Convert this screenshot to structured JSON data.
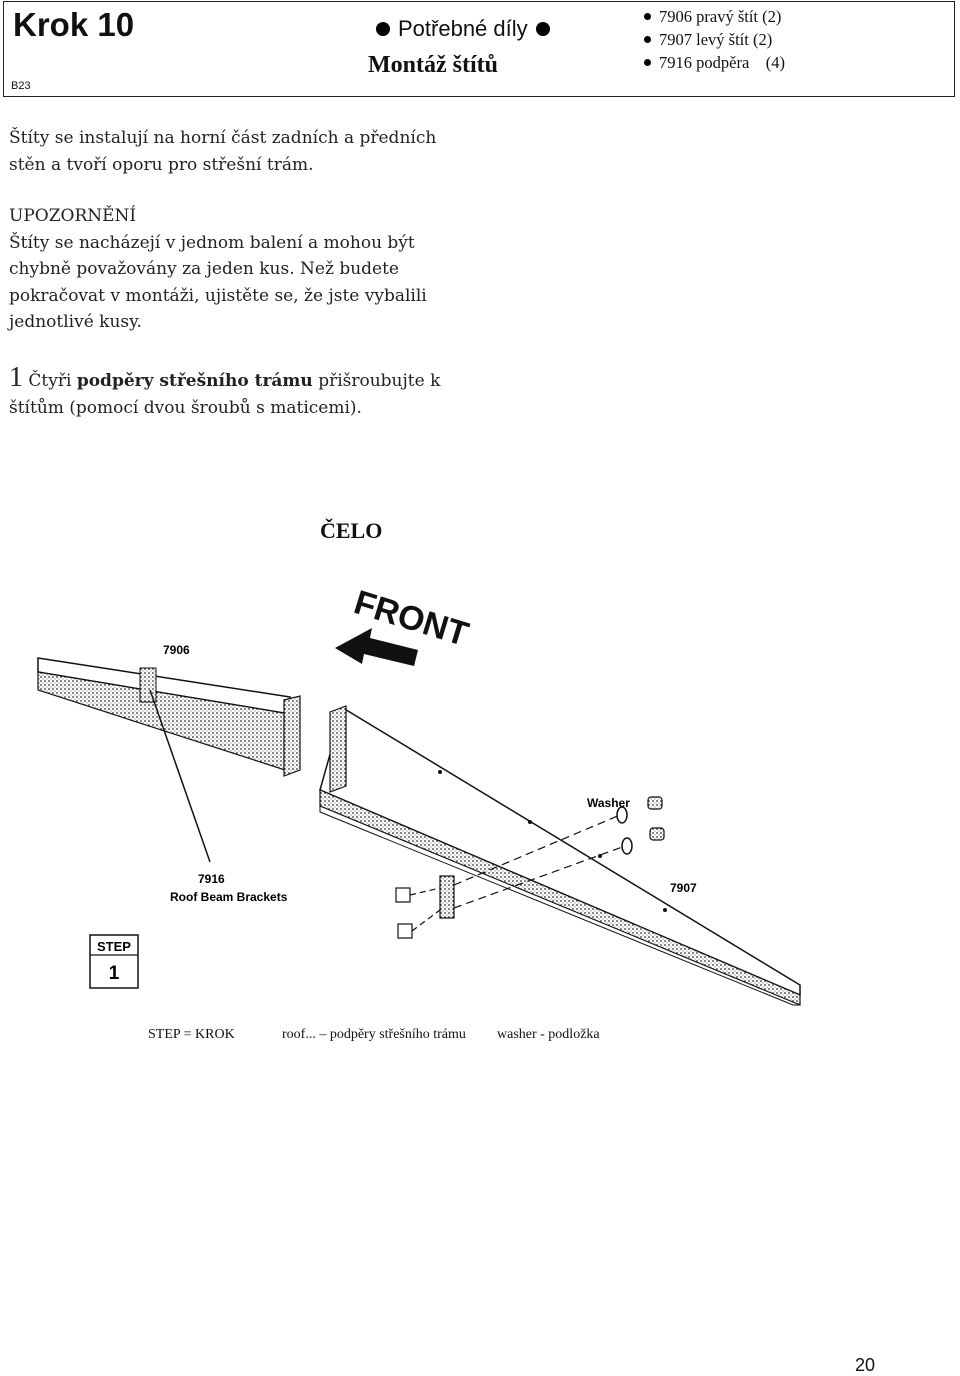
{
  "header": {
    "step_title": "Krok 10",
    "step_code": "B23",
    "parts_heading": "Potřebné díly",
    "title": "Montáž štítů",
    "parts": [
      "7906 pravý štít (2)",
      "7907 levý štít (2)",
      "7916 podpěra    (4)"
    ]
  },
  "body": {
    "intro": "Štíty se instalují na horní část zadních a předních stěn a tvoří oporu pro střešní trám.",
    "warning_title": "UPOZORNĚNÍ",
    "warning_text": "Štíty se nacházejí v jednom balení a mohou být chybně považovány za jeden kus. Než budete pokračovat v montáži, ujistěte se, že jste vybalili jednotlivé kusy.",
    "step_number": "1",
    "step_lead": "Čtyři",
    "step_bold": "podpěry střešního trámu",
    "step_rest": "přišroubujte k štítům (pomocí dvou šroubů s maticemi)."
  },
  "figure": {
    "front_label": "ČELO",
    "arrow_text": "FRONT",
    "part_7906": "7906",
    "part_7907": "7907",
    "part_7916": "7916",
    "brackets_label": "Roof Beam Brackets",
    "washer_label": "Washer",
    "step_box_label": "STEP",
    "step_box_number": "1"
  },
  "legend": {
    "step": "STEP = KROK",
    "roof": "roof... – podpěry střešního trámu",
    "washer": "washer - podložka"
  },
  "page_number": "20"
}
